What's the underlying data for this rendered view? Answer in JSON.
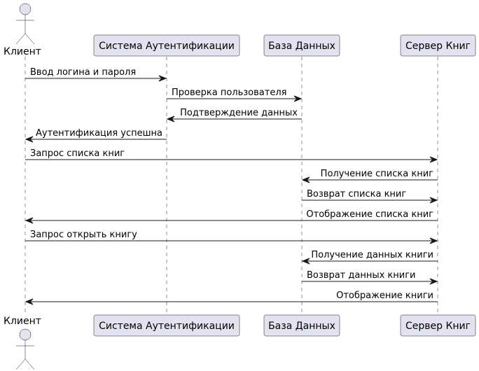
{
  "diagram_type": "sequence",
  "participants": [
    {
      "id": "client",
      "label": "Клиент",
      "kind": "actor"
    },
    {
      "id": "auth",
      "label": "Система Аутентификации",
      "kind": "participant"
    },
    {
      "id": "db",
      "label": "База Данных",
      "kind": "participant"
    },
    {
      "id": "books",
      "label": "Сервер Книг",
      "kind": "participant"
    }
  ],
  "messages": [
    {
      "from": "client",
      "to": "auth",
      "text": "Ввод логина и пароля"
    },
    {
      "from": "auth",
      "to": "db",
      "text": "Проверка пользователя"
    },
    {
      "from": "db",
      "to": "auth",
      "text": "Подтверждение данных"
    },
    {
      "from": "auth",
      "to": "client",
      "text": "Аутентификация успешна"
    },
    {
      "from": "client",
      "to": "books",
      "text": "Запрос списка книг"
    },
    {
      "from": "books",
      "to": "db",
      "text": "Получение списка книг"
    },
    {
      "from": "db",
      "to": "books",
      "text": "Возврат списка книг"
    },
    {
      "from": "books",
      "to": "client",
      "text": "Отображение списка книг"
    },
    {
      "from": "client",
      "to": "books",
      "text": "Запрос открыть книгу"
    },
    {
      "from": "books",
      "to": "db",
      "text": "Получение данных книги"
    },
    {
      "from": "db",
      "to": "books",
      "text": "Возврат данных книги"
    },
    {
      "from": "books",
      "to": "client",
      "text": "Отображение книги"
    }
  ],
  "colors": {
    "participant_fill": "#E2E2F0",
    "stroke": "#181818",
    "text": "#000000"
  }
}
